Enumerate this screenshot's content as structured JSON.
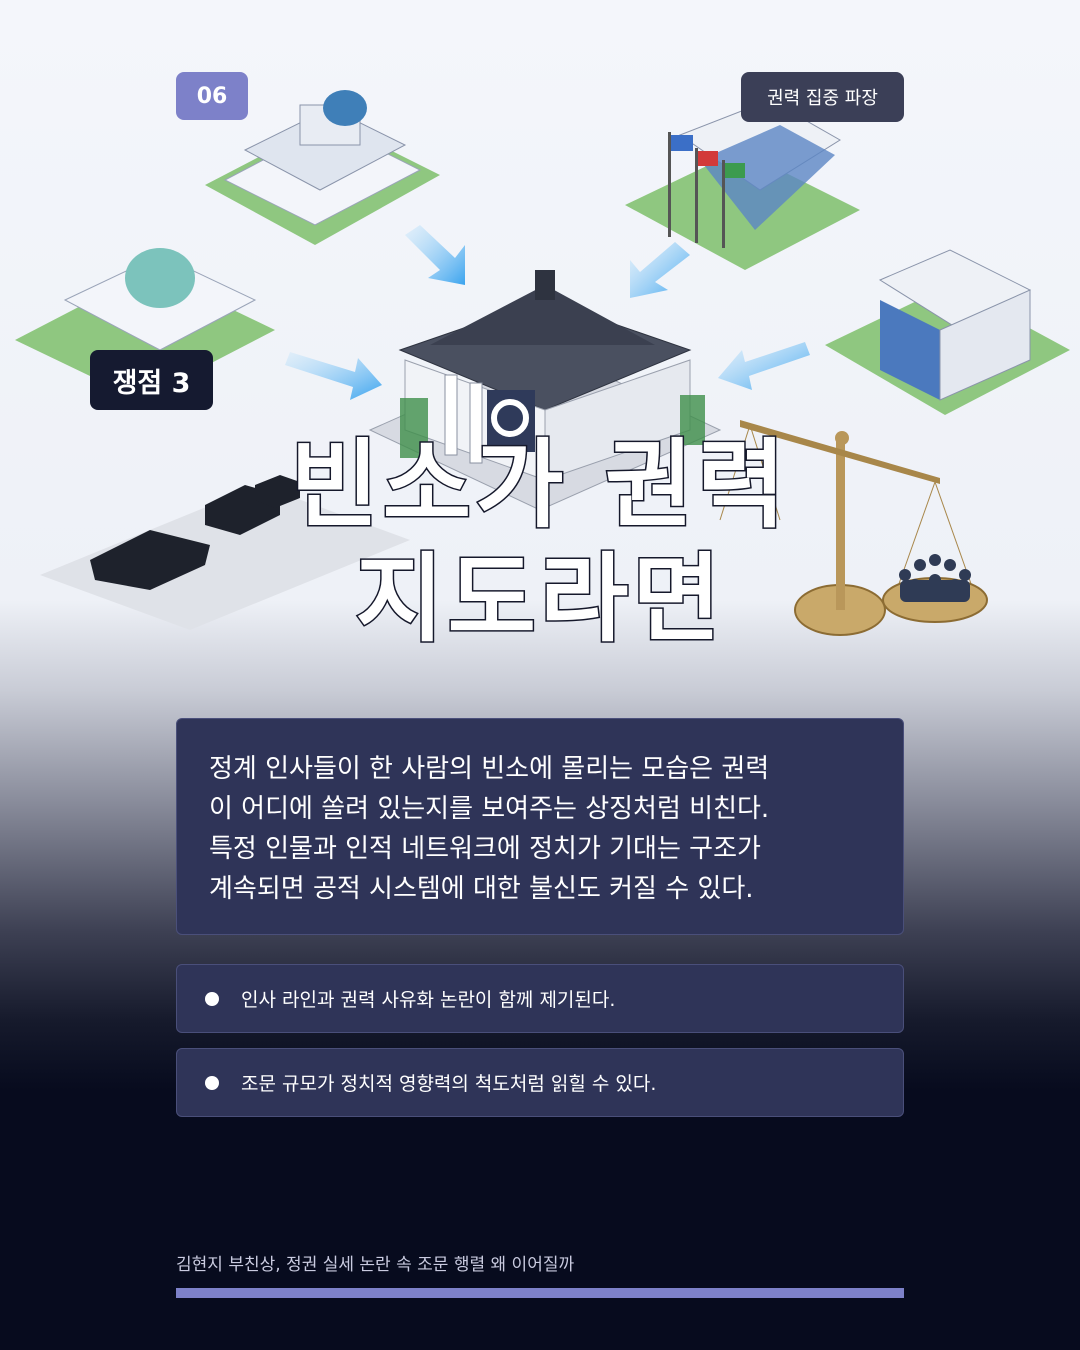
{
  "page_number": "06",
  "tag": "권력 집중 파장",
  "issue_label": "쟁점 3",
  "title_lines": [
    "빈소가 권력",
    "지도라면"
  ],
  "main_text_lines": [
    "정계 인사들이 한 사람의 빈소에 몰리는 모습은 권력",
    "이 어디에 쏠려 있는지를 보여주는 상징처럼 비친다.",
    "특정 인물과 인적 네트워크에 정치가 기대는 구조가",
    "계속되면 공적 시스템에 대한 불신도 커질 수 있다."
  ],
  "bullets": [
    "인사 라인과 권력 사유화 논란이 함께 제기된다.",
    "조문 규모가 정치적 영향력의 척도처럼 읽힐 수 있다."
  ],
  "source": "김현지 부친상, 정권 실세 논란 속 조문 행렬 왜 이어질까",
  "colors": {
    "accent": "#7d81c9",
    "card": "#2f3458",
    "dark": "#070b1e",
    "tag_bg": "#3b3f57"
  }
}
